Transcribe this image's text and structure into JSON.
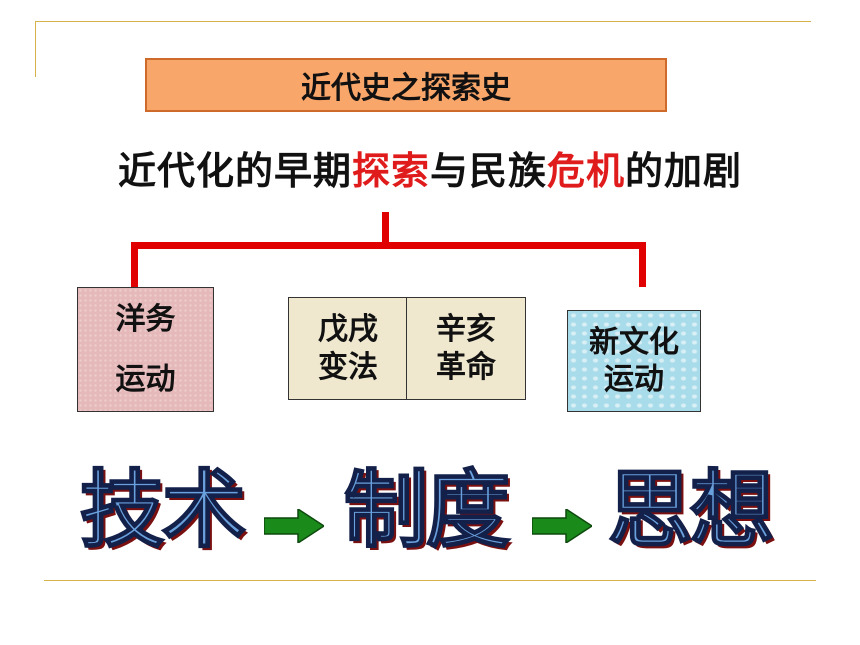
{
  "title": "近代史之探索史",
  "subtitle": {
    "parts": [
      {
        "text": "近代化的早期",
        "color": "#111111"
      },
      {
        "text": "探索",
        "color": "#e01b1b"
      },
      {
        "text": "与民族",
        "color": "#111111"
      },
      {
        "text": "危机",
        "color": "#e01b1b"
      },
      {
        "text": "的加剧",
        "color": "#111111"
      }
    ]
  },
  "boxes": {
    "yangwu": {
      "line1": "洋务",
      "line2": "运动"
    },
    "wuxu": {
      "line1": "戊戌",
      "line2": "变法"
    },
    "xinhai": {
      "line1": "辛亥",
      "line2": "革命"
    },
    "xinwenhua": {
      "line1": "新文化",
      "line2": "运动"
    }
  },
  "progression": {
    "stage1": "技术",
    "stage2": "制度",
    "stage3": "思想"
  },
  "colors": {
    "accent_red": "#e01b1b",
    "arrow_green": "#1a8a1a",
    "stage_fill": "#6aa0dc"
  }
}
